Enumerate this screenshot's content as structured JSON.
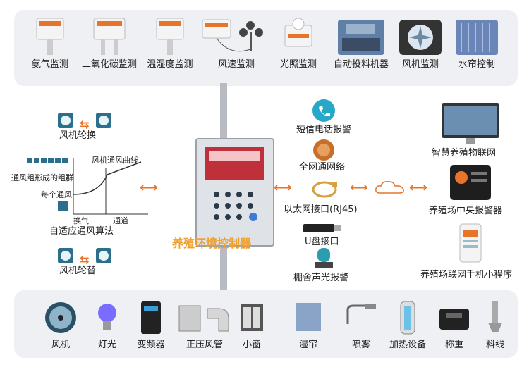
{
  "top_devices": [
    {
      "label": "氨气监测",
      "icon": "ammonia-sensor-icon"
    },
    {
      "label": "二氧化碳监测",
      "icon": "co2-sensor-icon"
    },
    {
      "label": "温湿度监测",
      "icon": "temp-humidity-sensor-icon"
    },
    {
      "label": "风速监测",
      "icon": "wind-speed-sensor-icon"
    },
    {
      "label": "光照监测",
      "icon": "light-sensor-icon"
    },
    {
      "label": "自动投料机器",
      "icon": "feeder-icon"
    },
    {
      "label": "风机监测",
      "icon": "fan-monitor-icon"
    },
    {
      "label": "水帘控制",
      "icon": "water-curtain-icon"
    }
  ],
  "controller": {
    "title": "养殖环境控制器"
  },
  "left": {
    "fan_rotate": "风机轮换",
    "curve_label": "风机通风曲线",
    "group_label": "通风组形成的组群",
    "each_vent": "每个通风",
    "axis_x1": "换气",
    "axis_x2": "通道",
    "algo": "自适应通风算法",
    "fan_alternate": "风机轮替"
  },
  "middle": [
    {
      "label": "短信电话报警",
      "icon": "phone-alarm-icon"
    },
    {
      "label": "全网通网络",
      "icon": "network-icon"
    },
    {
      "label": "以太网接口(RJ45)",
      "icon": "ethernet-cable-icon"
    },
    {
      "label": "U盘接口",
      "icon": "usb-drive-icon"
    },
    {
      "label": "棚舍声光报警",
      "icon": "siren-icon"
    }
  ],
  "right": [
    {
      "label": "智慧养殖物联网",
      "icon": "monitor-dashboard-icon"
    },
    {
      "label": "养殖场中央报警器",
      "icon": "central-alarm-icon"
    },
    {
      "label": "养殖场联网手机小程序",
      "icon": "phone-app-icon"
    }
  ],
  "bottom_devices": [
    {
      "label": "风机",
      "icon": "fan-icon"
    },
    {
      "label": "灯光",
      "icon": "light-bulb-icon"
    },
    {
      "label": "变频器",
      "icon": "inverter-icon"
    },
    {
      "label": "正压风管",
      "icon": "air-duct-icon"
    },
    {
      "label": "小窗",
      "icon": "window-icon"
    },
    {
      "label": "湿帘",
      "icon": "wet-curtain-icon"
    },
    {
      "label": "喷雾",
      "icon": "sprayer-icon"
    },
    {
      "label": "加热设备",
      "icon": "heater-icon"
    },
    {
      "label": "称重",
      "icon": "scale-icon"
    },
    {
      "label": "料线",
      "icon": "feed-line-icon"
    }
  ],
  "colors": {
    "accent": "#e8742a",
    "title": "#f0a030",
    "panel": "#eef0f3"
  }
}
